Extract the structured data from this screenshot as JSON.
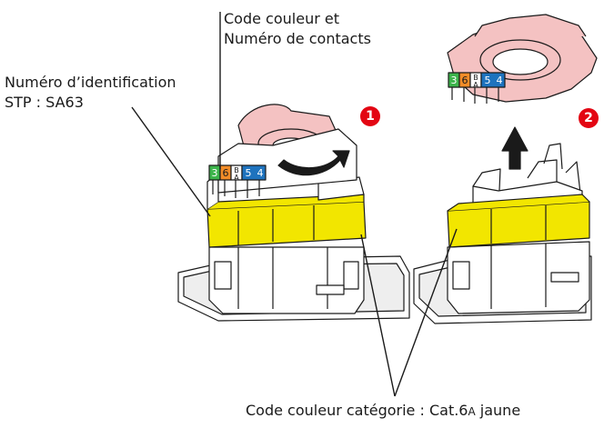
{
  "labels": {
    "identification_line1": "Numéro d’identification",
    "identification_line2": "STP : SA63",
    "color_code_line1": "Code couleur et",
    "color_code_line2": "Numéro de contacts",
    "category_prefix": "Code couleur catégorie : Cat.6",
    "category_suffix_small": "A",
    "category_suffix": " jaune"
  },
  "steps": {
    "step1": "1",
    "step2": "2"
  },
  "contacts": {
    "group1": [
      "3",
      "6"
    ],
    "group2_top": "B",
    "group2_bottom": "A",
    "group3": [
      "5",
      "4"
    ]
  },
  "colors": {
    "category_yellow": "#f2e600",
    "cap_pink": "#f4c2c2",
    "step_badge_red": "#e30613",
    "contact_green": "#3cb44b",
    "contact_orange": "#f28c28",
    "contact_blue": "#1e73be",
    "line": "#1a1a1a"
  }
}
